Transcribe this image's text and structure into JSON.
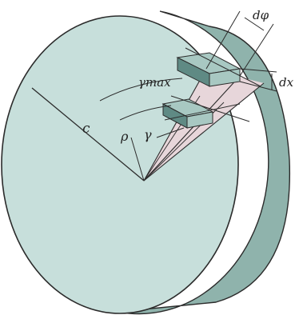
{
  "labels": {
    "c": "c",
    "rho": "ρ",
    "gamma": "γ",
    "gamma_max": "γmax",
    "d_phi": "dφ",
    "d_x": "dx"
  },
  "colors": {
    "face": "#c7dfdb",
    "rim": "#8fb3ac",
    "stroke": "#2b2b2b",
    "element_dark": "#5f8a84",
    "element_light": "#a8c8c2",
    "wedge": "#e7d6da"
  }
}
